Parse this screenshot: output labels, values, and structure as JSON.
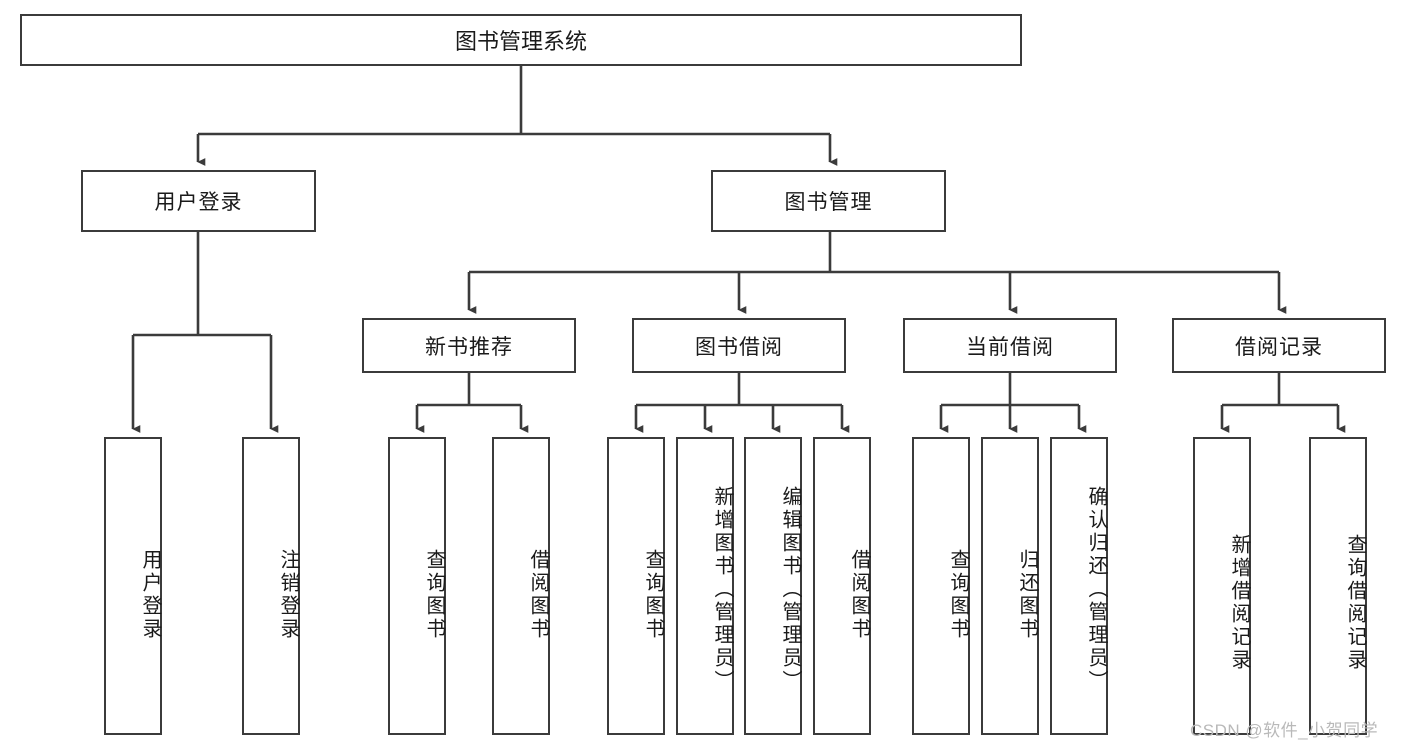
{
  "diagram": {
    "type": "tree-hierarchy",
    "title": "图书管理系统",
    "watermark": "CSDN @软件_小贺同学",
    "colors": {
      "node_border": "#3b3b3b",
      "node_fill": "#ffffff",
      "connector": "#3b3b3b",
      "text": "#1a1a1a",
      "watermark": "#b9b9b9",
      "background": "#ffffff"
    },
    "root": {
      "label": "图书管理系统"
    },
    "level2": [
      {
        "id": "user-login",
        "label": "用户登录"
      },
      {
        "id": "book-management",
        "label": "图书管理"
      }
    ],
    "level3": [
      {
        "id": "new-book-recommend",
        "label": "新书推荐"
      },
      {
        "id": "book-borrow",
        "label": "图书借阅"
      },
      {
        "id": "current-borrow",
        "label": "当前借阅"
      },
      {
        "id": "borrow-record",
        "label": "借阅记录"
      }
    ],
    "leaves": {
      "user_login": [
        {
          "id": "leaf-user-login",
          "label": "用户登录"
        },
        {
          "id": "leaf-logout-login",
          "label": "注销登录"
        }
      ],
      "new_book_recommend": [
        {
          "id": "leaf-query-book-1",
          "label": "查询图书"
        },
        {
          "id": "leaf-borrow-book-1",
          "label": "借阅图书"
        }
      ],
      "book_borrow": [
        {
          "id": "leaf-query-book-2",
          "label": "查询图书"
        },
        {
          "id": "leaf-add-book",
          "label": "新增图书（管理员）"
        },
        {
          "id": "leaf-edit-book",
          "label": "编辑图书（管理员）"
        },
        {
          "id": "leaf-borrow-book-2",
          "label": "借阅图书"
        }
      ],
      "current_borrow": [
        {
          "id": "leaf-query-book-3",
          "label": "查询图书"
        },
        {
          "id": "leaf-return-book",
          "label": "归还图书"
        },
        {
          "id": "leaf-confirm-return",
          "label": "确认归还（管理员）"
        }
      ],
      "borrow_record": [
        {
          "id": "leaf-add-record",
          "label": "新增借阅记录"
        },
        {
          "id": "leaf-query-record",
          "label": "查询借阅记录"
        }
      ]
    }
  }
}
